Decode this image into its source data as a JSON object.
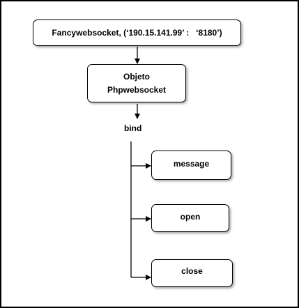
{
  "diagram": {
    "server_node": {
      "label": "Fancywebsocket, (‘190.15.141.99’ :   ‘8180’)"
    },
    "object_node": {
      "line1": "Objeto",
      "line2": "Phpwebsocket"
    },
    "bind_label": "bind",
    "events": [
      {
        "label": "message"
      },
      {
        "label": "open"
      },
      {
        "label": "close"
      }
    ]
  }
}
